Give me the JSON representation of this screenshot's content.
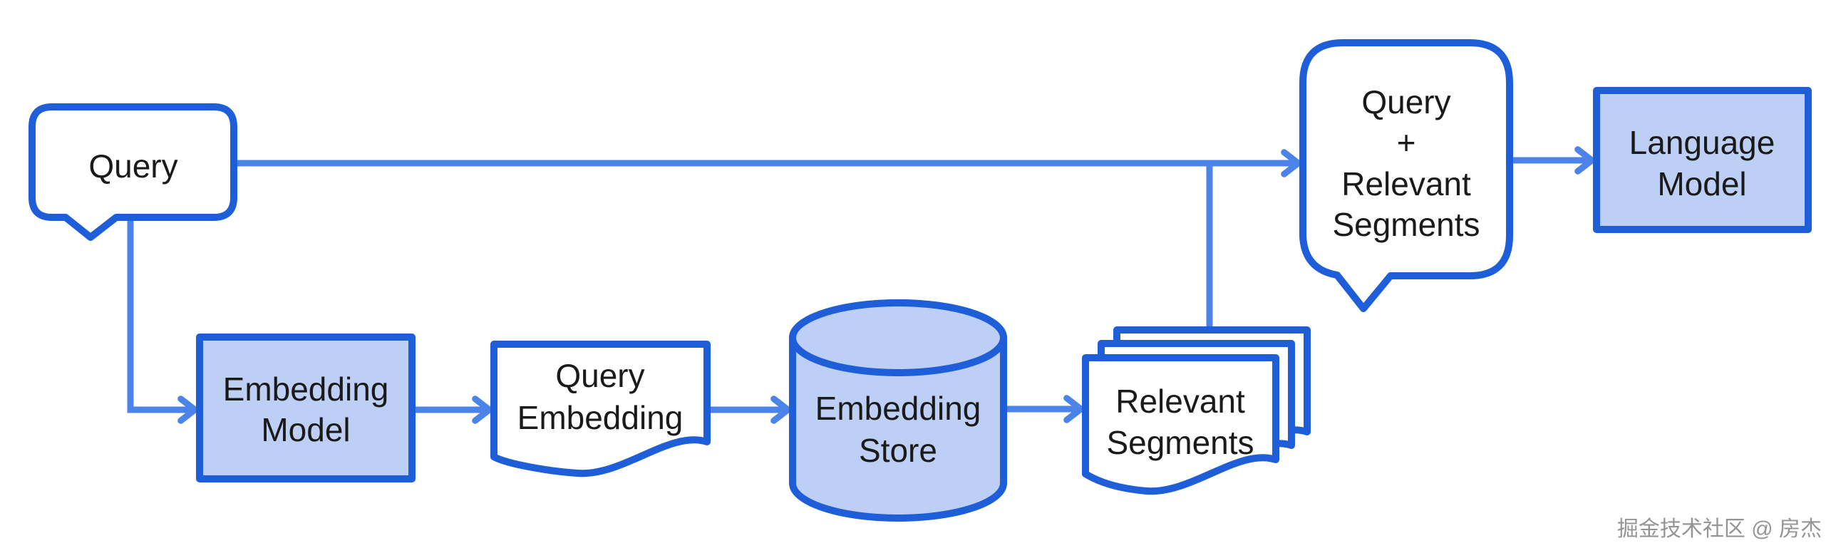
{
  "diagram_type": "flowchart",
  "colors": {
    "border": "#1E5ED8",
    "fill": "#BDCFF4",
    "connector": "#4C83E9",
    "text": "#1a1a1a",
    "background": "#ffffff",
    "watermark": "#949494"
  },
  "nodes": {
    "query": {
      "shape": "speech-bubble",
      "label": "Query"
    },
    "embedding_model": {
      "shape": "rectangle-filled",
      "lines": [
        "Embedding",
        "Model"
      ]
    },
    "query_embedding": {
      "shape": "document",
      "lines": [
        "Query",
        "Embedding"
      ]
    },
    "embedding_store": {
      "shape": "cylinder-filled",
      "lines": [
        "Embedding",
        "Store"
      ]
    },
    "relevant_segments": {
      "shape": "stacked-documents",
      "lines": [
        "Relevant",
        "Segments"
      ]
    },
    "query_plus_segments": {
      "shape": "speech-bubble",
      "lines": [
        "Query",
        "+",
        "Relevant",
        "Segments"
      ]
    },
    "language_model": {
      "shape": "rectangle-filled",
      "lines": [
        "Language",
        "Model"
      ]
    }
  },
  "edges": [
    {
      "from": "query",
      "to": "query_plus_segments"
    },
    {
      "from": "query",
      "to": "embedding_model"
    },
    {
      "from": "embedding_model",
      "to": "query_embedding"
    },
    {
      "from": "query_embedding",
      "to": "embedding_store"
    },
    {
      "from": "embedding_store",
      "to": "relevant_segments"
    },
    {
      "from": "relevant_segments",
      "to": "query_plus_segments"
    },
    {
      "from": "query_plus_segments",
      "to": "language_model"
    }
  ],
  "watermark": "掘金技术社区 @ 房杰"
}
